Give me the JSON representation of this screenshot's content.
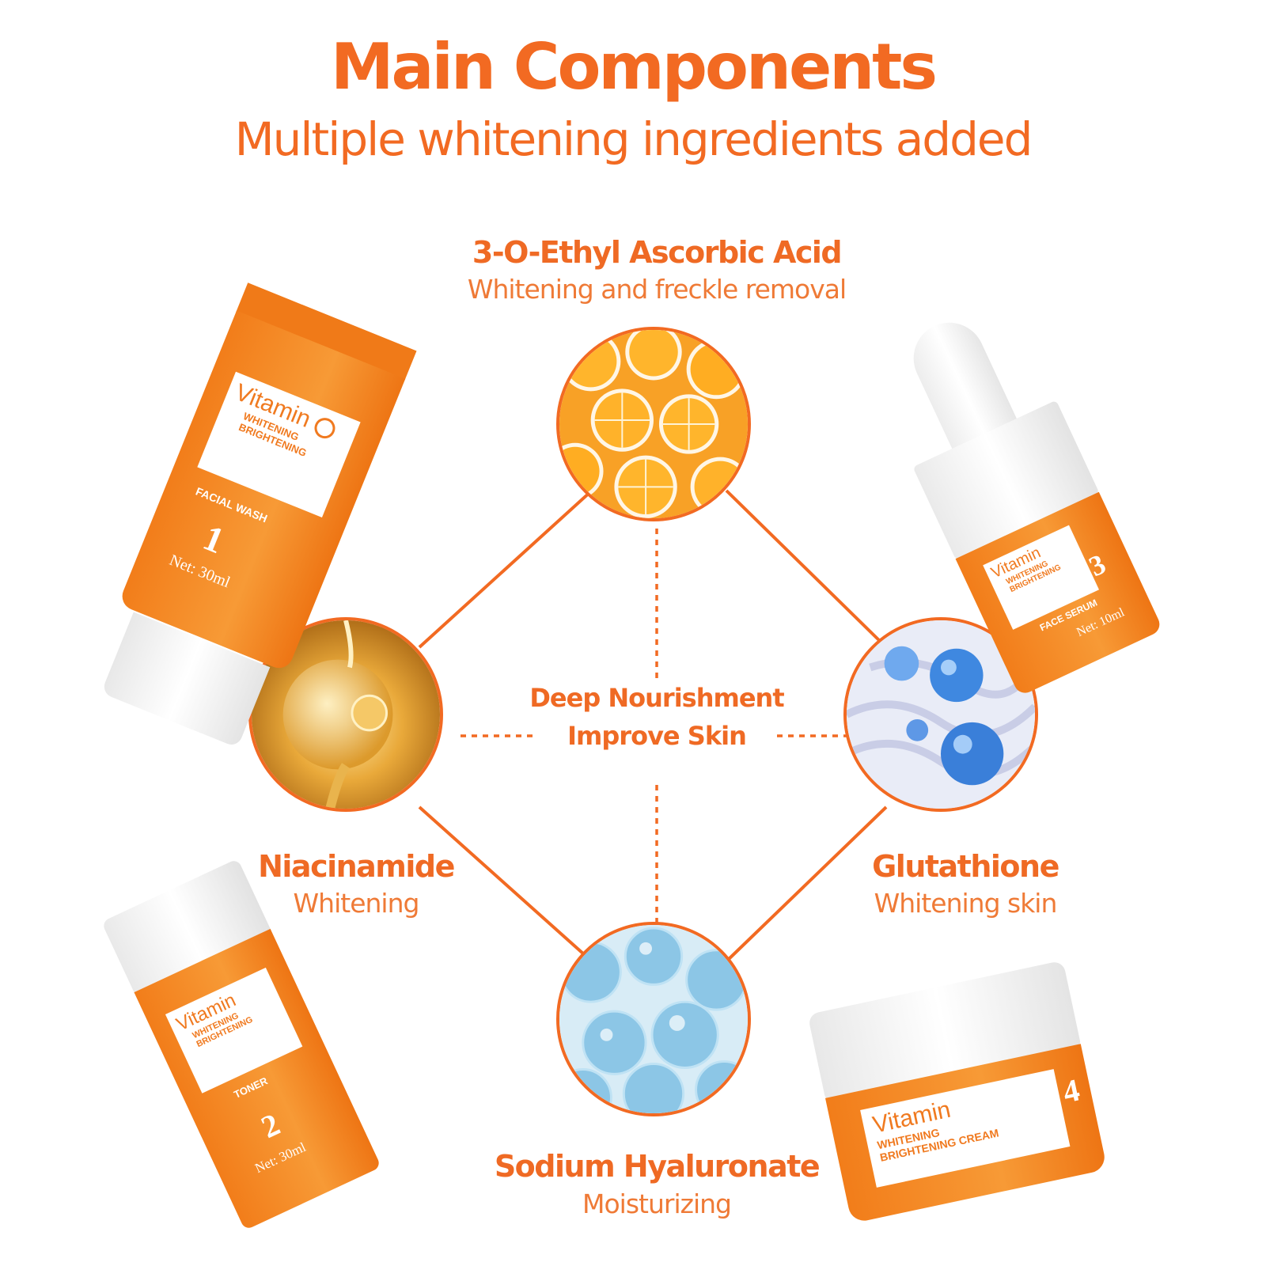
{
  "header": {
    "title": "Main Components",
    "subtitle": "Multiple whitening ingredients added"
  },
  "center": {
    "line1": "Deep Nourishment",
    "line2": "Improve Skin"
  },
  "ingredients": [
    {
      "name": "3-O-Ethyl Ascorbic Acid",
      "desc": "Whitening and freckle removal",
      "image": "orange-slices"
    },
    {
      "name": "Niacinamide",
      "desc": "Whitening",
      "image": "golden-droplet"
    },
    {
      "name": "Glutathione",
      "desc": "Whitening skin",
      "image": "blue-molecules"
    },
    {
      "name": "Sodium Hyaluronate",
      "desc": "Moisturizing",
      "image": "water-bubbles"
    }
  ],
  "products": [
    {
      "brand": "Vitamin",
      "line1": "WHITENING",
      "line2": "BRIGHTENING",
      "type": "FACIAL WASH",
      "number": "1",
      "net": "Net: 30ml"
    },
    {
      "brand": "Vitamin",
      "line1": "WHITENING",
      "line2": "BRIGHTENING",
      "type": "TONER",
      "number": "2",
      "net": "Net: 30ml"
    },
    {
      "brand": "Vitamin",
      "line1": "WHITENING",
      "line2": "BRIGHTENING",
      "type": "FACE SERUM",
      "number": "3",
      "net": "Net: 10ml"
    },
    {
      "brand": "Vitamin",
      "line1": "WHITENING",
      "line2": "BRIGHTENING CREAM",
      "type": "",
      "number": "4",
      "net": ""
    }
  ],
  "colors": {
    "accent": "#f26a22",
    "product_orange": "#f5821f",
    "cap_white": "#ffffff"
  }
}
